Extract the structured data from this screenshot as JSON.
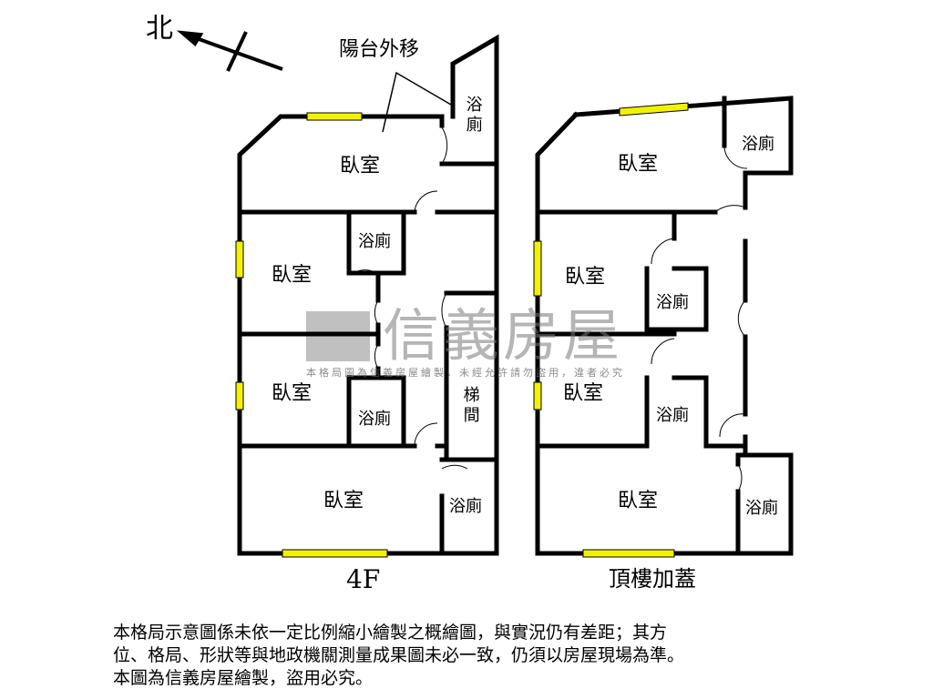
{
  "north_label": "北",
  "balcony_note": "陽台外移",
  "floor_4f": {
    "title": "4F",
    "rooms": [
      "臥室",
      "臥室",
      "臥室",
      "臥室"
    ],
    "baths": [
      "浴廁",
      "浴廁",
      "浴廁",
      "浴廁"
    ],
    "stair": "梯間"
  },
  "floor_roof": {
    "title": "頂樓加蓋",
    "rooms": [
      "臥室",
      "臥室",
      "臥室",
      "臥室"
    ],
    "baths": [
      "浴廁",
      "浴廁",
      "浴廁",
      "浴廁"
    ]
  },
  "watermark": {
    "brand": "信義房屋",
    "notice": "本格局圖為信義房屋繪製，未經允許請勿盜用，違者必究"
  },
  "disclaimer": [
    "本格局示意圖係未依一定比例縮小繪製之概繪圖，與實況仍有差距；其方",
    "位、格局、形狀等與地政機關測量成果圖未必一致，仍須以房屋現場為準。",
    "本圖為信義房屋繪製，盜用必究。"
  ],
  "colors": {
    "wall": "#000000",
    "window": "#f2f200"
  }
}
